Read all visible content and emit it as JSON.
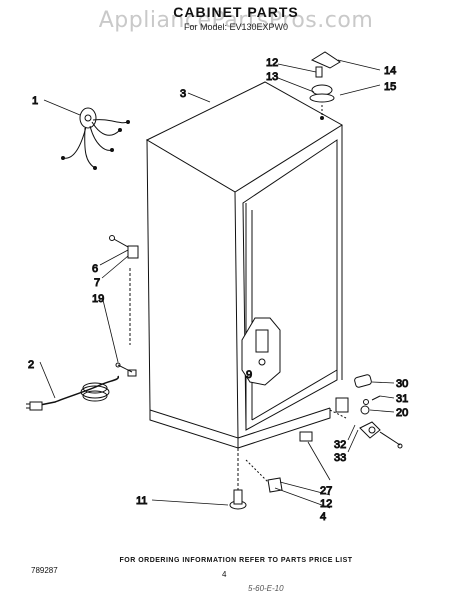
{
  "watermark": "AppliancePartsPros.com",
  "title": "CABINET PARTS",
  "subtitle": "For Model: EV130EXPW0",
  "callouts": {
    "c1": "1",
    "c2": "2",
    "c3": "3",
    "c4": "4",
    "c6": "6",
    "c7": "7",
    "c9": "9",
    "c11": "11",
    "c12a": "12",
    "c12b": "12",
    "c13": "13",
    "c14": "14",
    "c15": "15",
    "c19": "19",
    "c20": "20",
    "c27": "27",
    "c30": "30",
    "c31": "31",
    "c32": "32",
    "c33": "33"
  },
  "footer": "FOR ORDERING INFORMATION REFER TO PARTS PRICE LIST",
  "doc_number": "789287",
  "page_number": "4",
  "hand_note": "5-60-E-10"
}
